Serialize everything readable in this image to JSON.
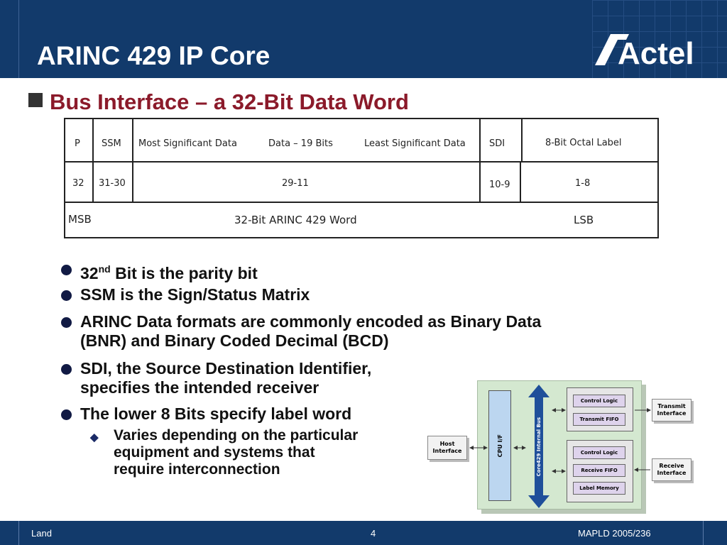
{
  "slide": {
    "title": "ARINC 429 IP Core",
    "logo_text": "Actel",
    "subtitle": "Bus Interface – a 32-Bit Data Word"
  },
  "word_table": {
    "row1": {
      "p": "P",
      "ssm": "SSM",
      "msd": "Most Significant Data",
      "data": "Data – 19 Bits",
      "lsd": "Least Significant Data",
      "sdi": "SDI",
      "label": "8-Bit Octal Label"
    },
    "row2": {
      "p": "32",
      "ssm": "31-30",
      "data": "29-11",
      "sdi": "10-9",
      "label": "1-8"
    },
    "row3": {
      "msb": "MSB",
      "word": "32-Bit ARINC 429 Word",
      "lsb": "LSB"
    }
  },
  "bullets": {
    "b1_num": "32",
    "b1_sup": "nd",
    "b1_rest": " Bit is the parity bit",
    "b2": "SSM is the Sign/Status Matrix",
    "b3_l1": "ARINC Data formats are commonly encoded as Binary Data",
    "b3_l2": "(BNR) and Binary Coded Decimal (BCD)",
    "b4_l1": "SDI, the Source Destination Identifier,",
    "b4_l2": "specifies the intended receiver",
    "b5": "The lower 8 Bits specify label word",
    "sub_l1": "Varies depending on the particular",
    "sub_l2": "equipment and systems that",
    "sub_l3": "require interconnection"
  },
  "diagram": {
    "host_l1": "Host",
    "host_l2": "Interface",
    "cpu": "CPU I/F",
    "bus": "Core429 Internal Bus",
    "tx_control": "Control Logic",
    "tx_fifo": "Transmit FIFO",
    "rx_control": "Control Logic",
    "rx_fifo": "Receive FIFO",
    "label_mem": "Label Memory",
    "tx_if_l1": "Transmit",
    "tx_if_l2": "Interface",
    "rx_if_l1": "Receive",
    "rx_if_l2": "Interface"
  },
  "footer": {
    "left": "Land",
    "center": "4",
    "right": "MAPLD 2005/236"
  },
  "colors": {
    "header_bg": "#123a6b",
    "subtitle": "#8b1a2a",
    "diagram_bg": "#d4e8d0",
    "bus_arrow": "#1f4f9a",
    "block_fill": "#ded3ec"
  }
}
